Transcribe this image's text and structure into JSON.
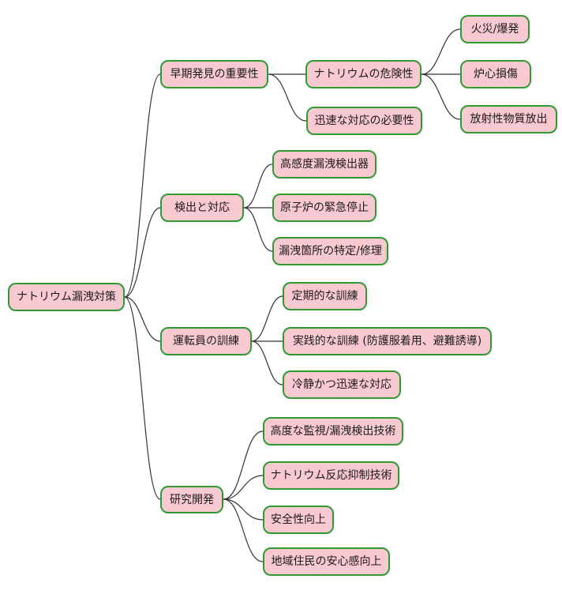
{
  "diagram": {
    "type": "mindmap",
    "background": "#ffffff",
    "node_fill": "#f9c9d2",
    "node_border": "#2f9a2f",
    "edge_color": "#333333",
    "text_color": "#1a1a1a",
    "tree": {
      "label": "ナトリウム漏洩対策",
      "children": [
        {
          "label": "早期発見の重要性",
          "children": [
            {
              "label": "ナトリウムの危険性",
              "children": [
                {
                  "label": "火災/爆発"
                },
                {
                  "label": "炉心損傷"
                },
                {
                  "label": "放射性物質放出"
                }
              ]
            },
            {
              "label": "迅速な対応の必要性"
            }
          ]
        },
        {
          "label": "検出と対応",
          "children": [
            {
              "label": "高感度漏洩検出器"
            },
            {
              "label": "原子炉の緊急停止"
            },
            {
              "label": "漏洩箇所の特定/修理"
            }
          ]
        },
        {
          "label": "運転員の訓練",
          "children": [
            {
              "label": "定期的な訓練"
            },
            {
              "label": "実践的な訓練 (防護服着用、避難誘導)"
            },
            {
              "label": "冷静かつ迅速な対応"
            }
          ]
        },
        {
          "label": "研究開発",
          "children": [
            {
              "label": "高度な監視/漏洩検出技術"
            },
            {
              "label": "ナトリウム反応抑制技術"
            },
            {
              "label": "安全性向上"
            },
            {
              "label": "地域住民の安心感向上"
            }
          ]
        }
      ]
    }
  }
}
